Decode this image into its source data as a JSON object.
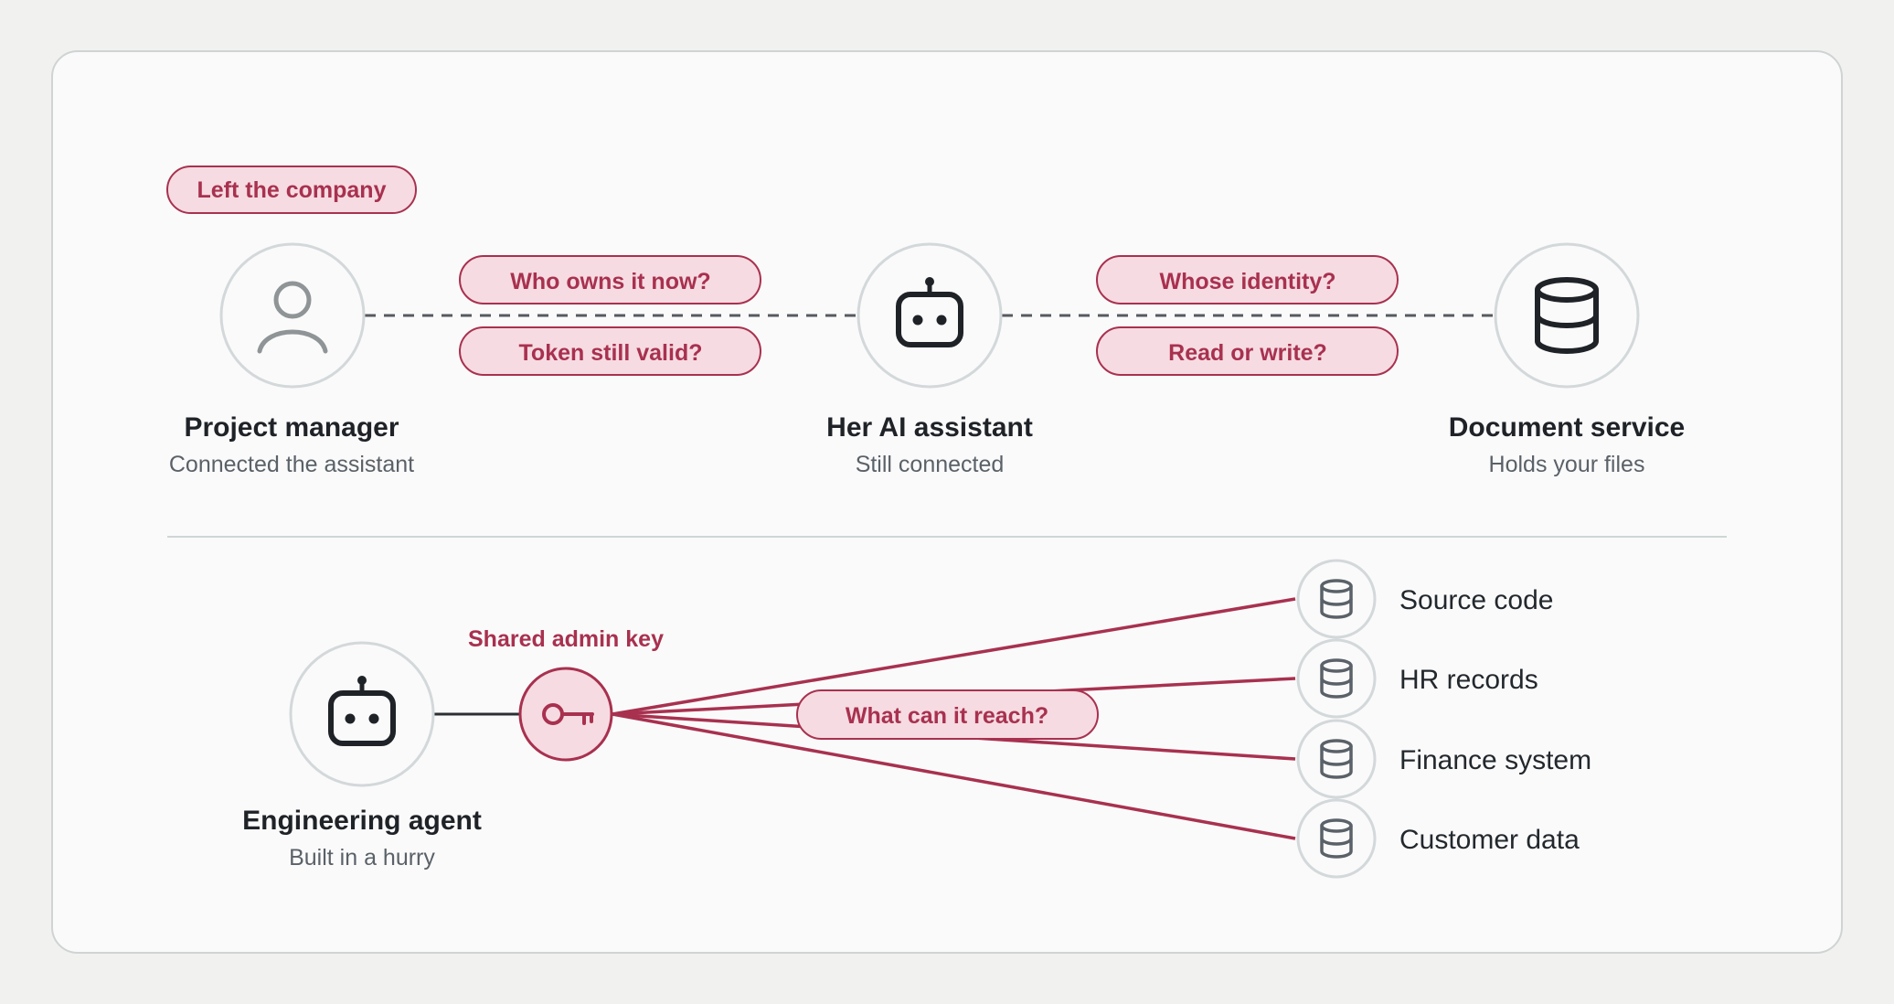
{
  "top_section": {
    "status_pill": "Left the company",
    "nodes": {
      "person": {
        "title": "Project manager",
        "subtitle": "Connected the assistant",
        "icon": "user-icon"
      },
      "assistant": {
        "title": "Her AI assistant",
        "subtitle": "Still connected",
        "icon": "robot-icon"
      },
      "service": {
        "title": "Document service",
        "subtitle": "Holds your files",
        "icon": "database-icon"
      }
    },
    "questions_left": [
      "Who owns it now?",
      "Token still valid?"
    ],
    "questions_right": [
      "Whose identity?",
      "Read or write?"
    ]
  },
  "bottom_section": {
    "agent": {
      "title": "Engineering agent",
      "subtitle": "Built in a hurry",
      "icon": "robot-icon"
    },
    "key": {
      "label": "Shared admin key",
      "icon": "key-icon"
    },
    "question": "What can it reach?",
    "resources": [
      {
        "label": "Source code",
        "icon": "database-icon"
      },
      {
        "label": "HR records",
        "icon": "database-icon"
      },
      {
        "label": "Finance system",
        "icon": "database-icon"
      },
      {
        "label": "Customer data",
        "icon": "database-icon"
      }
    ]
  },
  "colors": {
    "accent": "#a8314f",
    "pill_fill": "#f6dbe2",
    "node_border": "#c9cfd2",
    "icon_dark": "#1f2328",
    "card_bg": "#fafafa",
    "page_bg": "#f1f1ef"
  }
}
